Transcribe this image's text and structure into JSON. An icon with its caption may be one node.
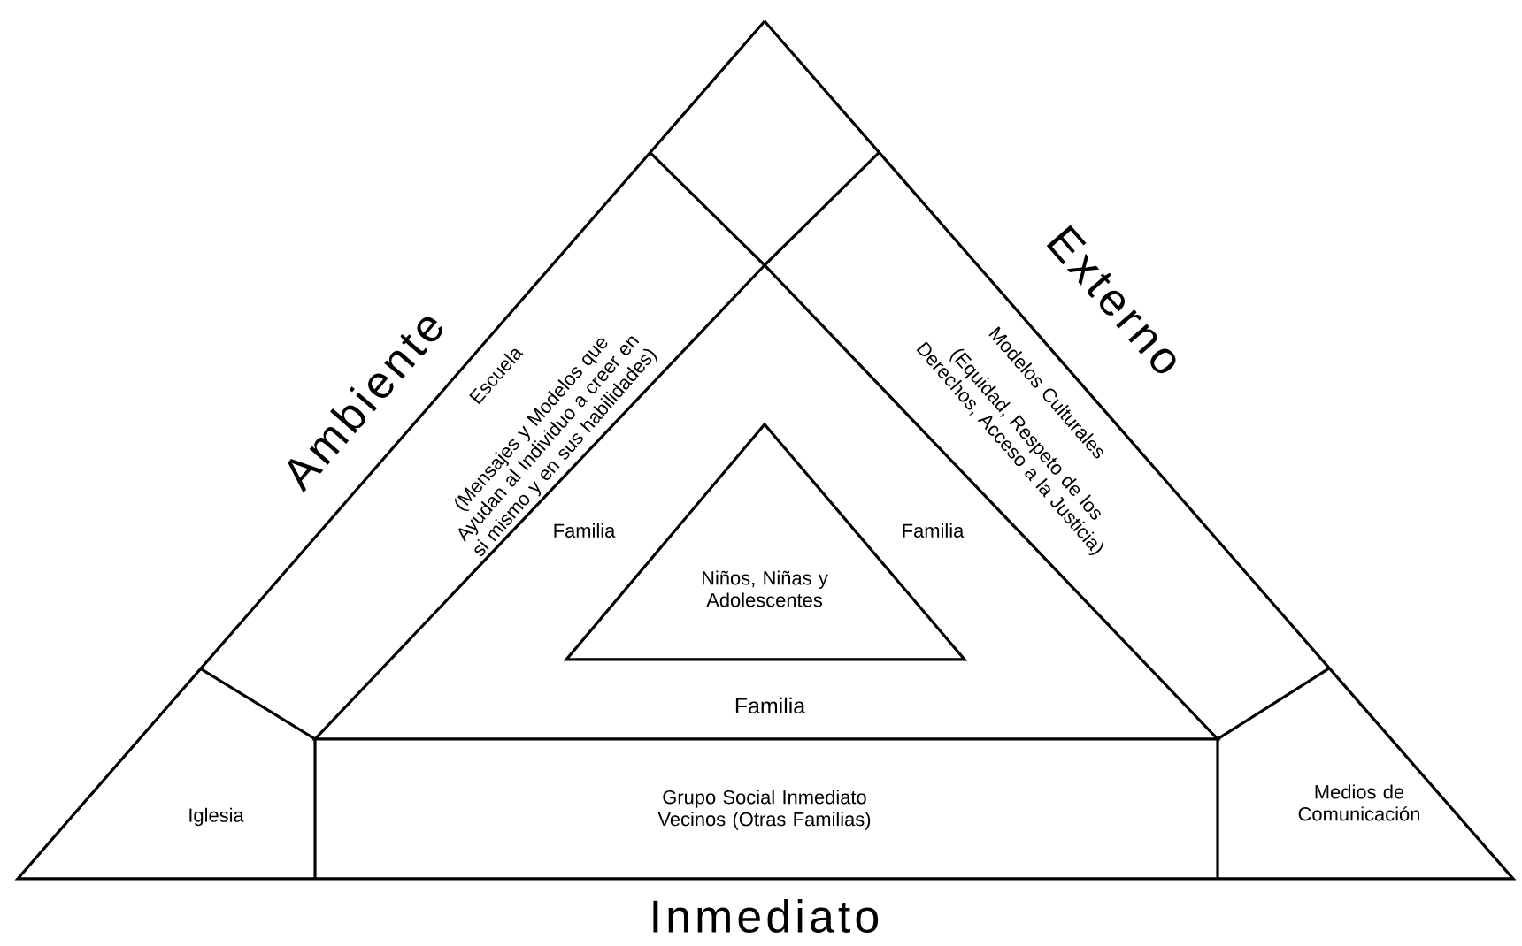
{
  "diagram": {
    "nodes": [
      {
        "text": [
          "Escuela",
          "(Mensajes y Modelos que Ayudan al Individuo a creer en si mismo y en sus habilidades)"
        ]
      },
      {
        "text": [
          "Modelos Culturales",
          "(Equidad, Respeto de los Derechos, Acceso a la Justicia)"
        ]
      },
      {
        "text": [
          "Familia",
          "Familia",
          "Familia"
        ]
      },
      {
        "text": [
          "Niños, Niñas y Adolescentes"
        ]
      },
      {
        "text": [
          "Iglesia"
        ]
      },
      {
        "text": [
          "Grupo Social Inmediato Vecinos (Otras Familias)"
        ]
      },
      {
        "text": [
          "Medios de Comunicación"
        ]
      }
    ],
    "labels": [
      "Ambiente",
      "Externo",
      "Inmediato"
    ]
  }
}
